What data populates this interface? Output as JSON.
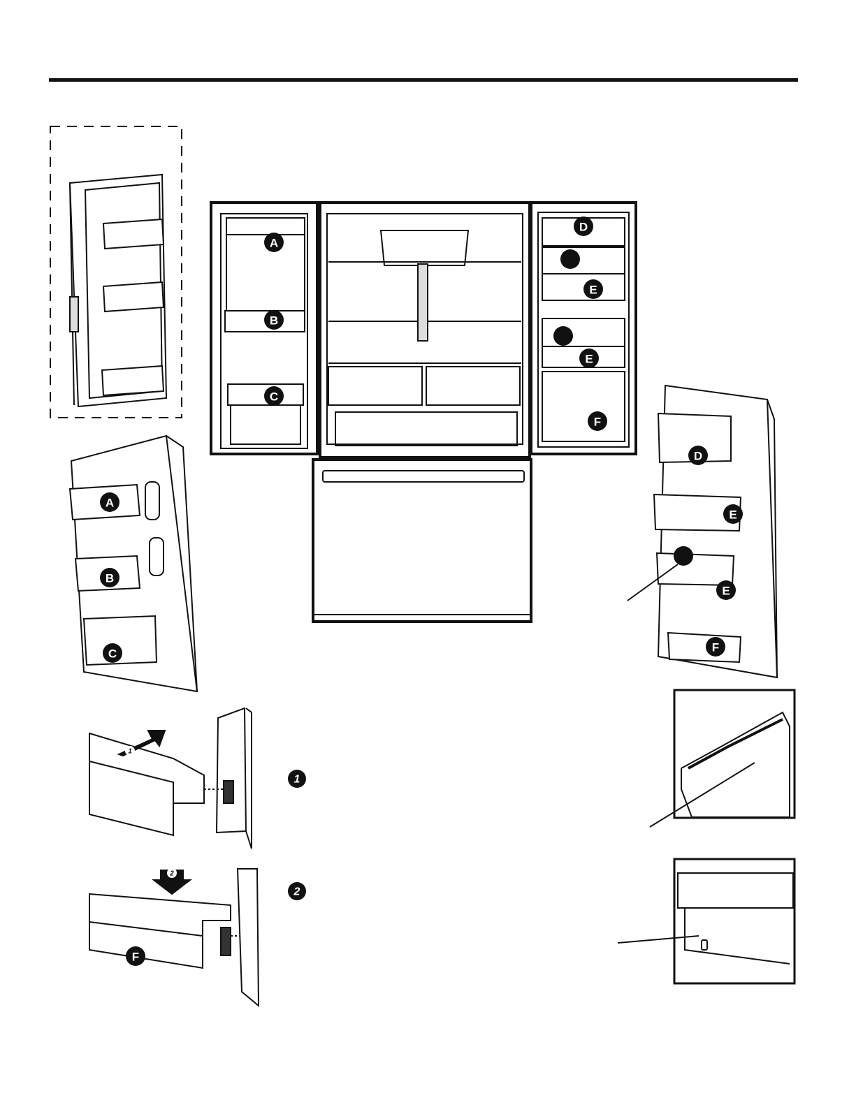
{
  "colors": {
    "ink": "#111111",
    "line": "#1a1a1a",
    "paper": "#ffffff",
    "shade": "#e9e9e9"
  },
  "left_door_labels": {
    "a": "A",
    "b": "B",
    "c": "C"
  },
  "right_door_labels": {
    "d": "D",
    "e": "E",
    "f": "F"
  },
  "steps": {
    "one": "1",
    "two": "2"
  },
  "arrow_steps": {
    "one": "1",
    "two": "2"
  }
}
